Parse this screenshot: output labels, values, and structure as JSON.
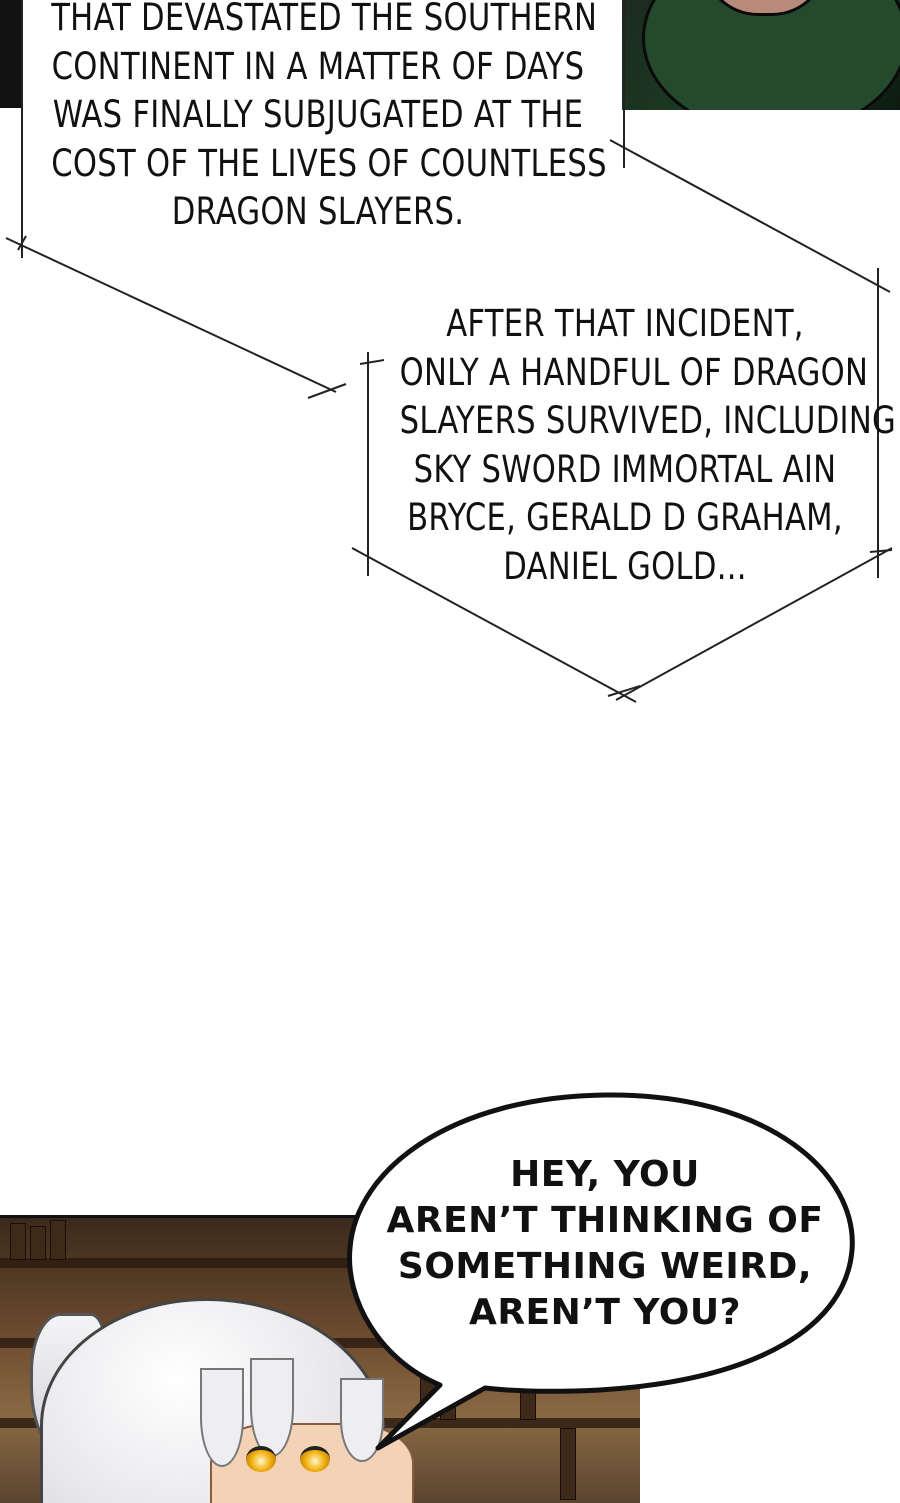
{
  "caption_1": {
    "lines": [
      "THAT DEVASTATED THE SOUTHERN",
      "CONTINENT IN A MATTER OF DAYS",
      "WAS FINALLY SUBJUGATED AT THE",
      "COST OF THE LIVES OF COUNTLESS",
      "DRAGON SLAYERS."
    ]
  },
  "caption_2": {
    "lines": [
      "AFTER THAT INCIDENT,",
      "ONLY A HANDFUL OF DRAGON",
      "SLAYERS SURVIVED, INCLUDING",
      "SKY SWORD IMMORTAL AIN",
      "BRYCE, GERALD D GRAHAM,",
      "DANIEL GOLD..."
    ]
  },
  "speech_bubble": {
    "lines": [
      "HEY, YOU",
      "AREN’T THINKING OF",
      "SOMETHING WEIRD,",
      "AREN’T YOU?"
    ]
  },
  "colors": {
    "eye": "#f2b214",
    "hair": "#e8e8ec",
    "background_wood": "#6b4a2e"
  }
}
